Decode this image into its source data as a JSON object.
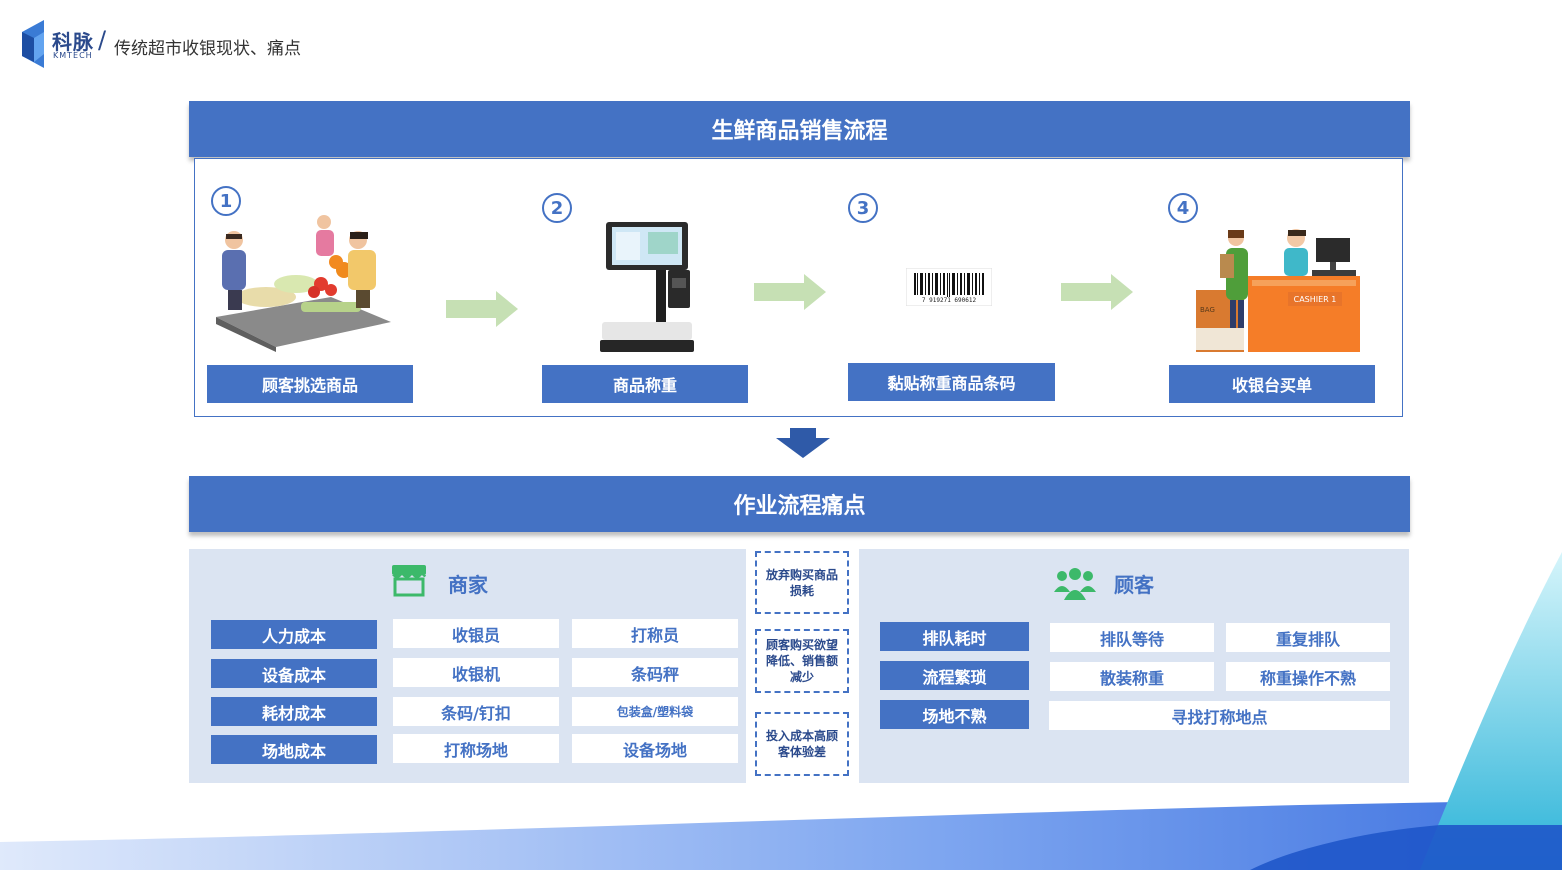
{
  "header": {
    "logo_cn": "科脉",
    "logo_en": "KMTECH",
    "slash": "/",
    "title": "传统超市收银现状、痛点"
  },
  "process": {
    "title": "生鲜商品销售流程",
    "steps": [
      {
        "num": "1",
        "label": "顾客挑选商品"
      },
      {
        "num": "2",
        "label": "商品称重"
      },
      {
        "num": "3",
        "label": "黏贴称重商品条码"
      },
      {
        "num": "4",
        "label": "收银台买单"
      }
    ],
    "barcode_text": "7 919271 690612",
    "cashier_sign": "CASHIER 1",
    "bag_text": "BAG"
  },
  "pain": {
    "title": "作业流程痛点",
    "merchant": {
      "title": "商家",
      "rows": [
        {
          "category": "人力成本",
          "items": [
            "收银员",
            "打称员"
          ]
        },
        {
          "category": "设备成本",
          "items": [
            "收银机",
            "条码秤"
          ]
        },
        {
          "category": "耗材成本",
          "items": [
            "条码/钉扣",
            "包装盒/塑料袋"
          ]
        },
        {
          "category": "场地成本",
          "items": [
            "打称场地",
            "设备场地"
          ]
        }
      ]
    },
    "impacts": [
      "放弃购买商品损耗",
      "顾客购买欲望降低、销售额减少",
      "投入成本高顾客体验差"
    ],
    "customer": {
      "title": "顾客",
      "rows": [
        {
          "category": "排队耗时",
          "items": [
            "排队等待",
            "重复排队"
          ]
        },
        {
          "category": "流程繁琐",
          "items": [
            "散装称重",
            "称重操作不熟"
          ]
        },
        {
          "category": "场地不熟",
          "items": [
            "寻找打称地点"
          ]
        }
      ]
    }
  },
  "colors": {
    "primary": "#4472c4",
    "panel_bg": "#dbe4f2",
    "arrow_green": "#c6e0b4"
  }
}
